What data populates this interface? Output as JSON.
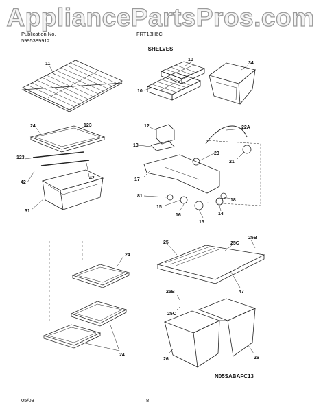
{
  "watermark": "AppliancePartsPros.com",
  "header": {
    "publication_label": "Publication No.",
    "publication_number": "5995389912",
    "model": "FRT18H6C"
  },
  "section_title": "SHELVES",
  "callouts": {
    "c11": "11",
    "c10a": "10",
    "c10b": "10",
    "c34": "34",
    "c24a": "24",
    "c123a": "123",
    "c123b": "123",
    "c42a": "42",
    "c42b": "42",
    "c31": "31",
    "c12": "12",
    "c22a": "22A",
    "c13": "13",
    "c23": "23",
    "c21": "21",
    "c17": "17",
    "c81": "81",
    "c15a": "15",
    "c16": "16",
    "c18": "18",
    "c14": "14",
    "c15b": "15",
    "c25": "25",
    "c25c": "25C",
    "c25b": "25B",
    "c47": "47",
    "c25b2": "25B",
    "c25c2": "25C",
    "c26a": "26",
    "c26b": "26",
    "c24b": "24",
    "c24c": "24"
  },
  "diagram_code": "N05SABAFC13",
  "footer": {
    "date": "05/03",
    "page": "8"
  }
}
